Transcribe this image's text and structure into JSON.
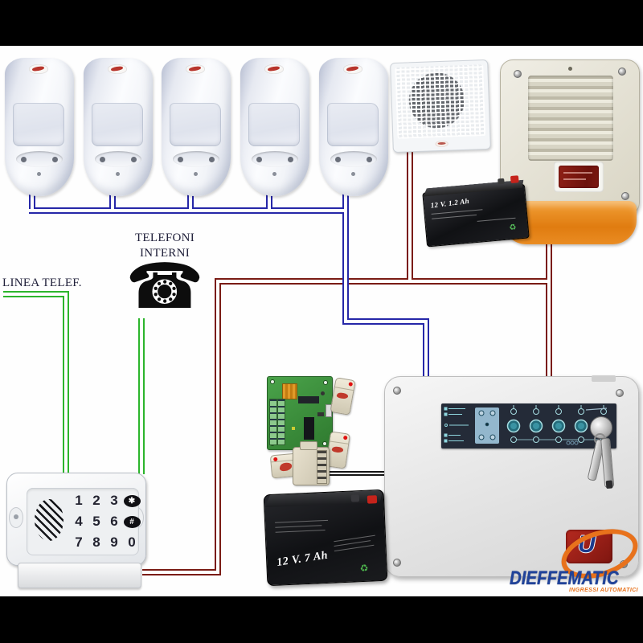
{
  "labels": {
    "internal_phones_line1": "TELEFONI",
    "internal_phones_line2": "INTERNI",
    "phone_line": "LINEA TELEF."
  },
  "keypad": {
    "keys": [
      "1",
      "2",
      "3",
      "✱",
      "4",
      "5",
      "6",
      "#",
      "7",
      "8",
      "9",
      "0"
    ]
  },
  "batteries": {
    "small": "12 V. 1.2 Ah",
    "large": "12 V. 7 Ah"
  },
  "brand": {
    "name": "DIEFFEMATIC",
    "tagline": "INGRESSI AUTOMATICI",
    "logo_letter": "U"
  },
  "icons": {
    "phone": "telephone-icon",
    "recycle": "recycle-icon"
  },
  "colors": {
    "wire_sensors_blue": "#2627a8",
    "wire_power_maroon": "#7a1c15",
    "wire_phone_green": "#2cb52c",
    "siren_orange": "#e8811c",
    "brand_blue": "#20439a"
  }
}
